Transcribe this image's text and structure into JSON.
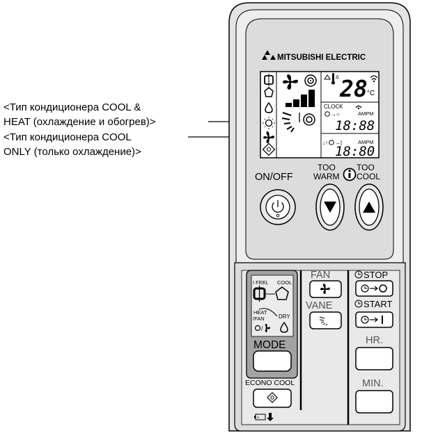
{
  "annotations": {
    "line1": "<Тип кондиционера COOL &",
    "line2": "HEAT (охлаждение и обогрев)>",
    "line3": "<Тип кондиционера COOL",
    "line4": "ONLY (только охлаждение)>"
  },
  "brand": "MITSUBISHI ELECTRIC",
  "lcd": {
    "temperature": "28",
    "temp_unit": "°C",
    "clock_label": "CLOCK",
    "ampm_1": "AMPM",
    "ampm_2": "AMPM",
    "time_1": "18:88",
    "time_2": "18:80"
  },
  "buttons": {
    "on_off": "ON/OFF",
    "too_warm_top": "TOO",
    "too_warm_bottom": "WARM",
    "too_cool_top": "TOO",
    "too_cool_bottom": "COOL",
    "fan": "FAN",
    "vane": "VANE",
    "stop": "STOP",
    "start": "START",
    "hr": "HR.",
    "min": "MIN.",
    "mode": "MODE",
    "econo_cool": "ECONO COOL"
  },
  "mode_panel": {
    "ifeel": "I FEEL",
    "cool": "COOL",
    "heat": "HEAT",
    "fan": "/FAN",
    "dry": "DRY"
  }
}
